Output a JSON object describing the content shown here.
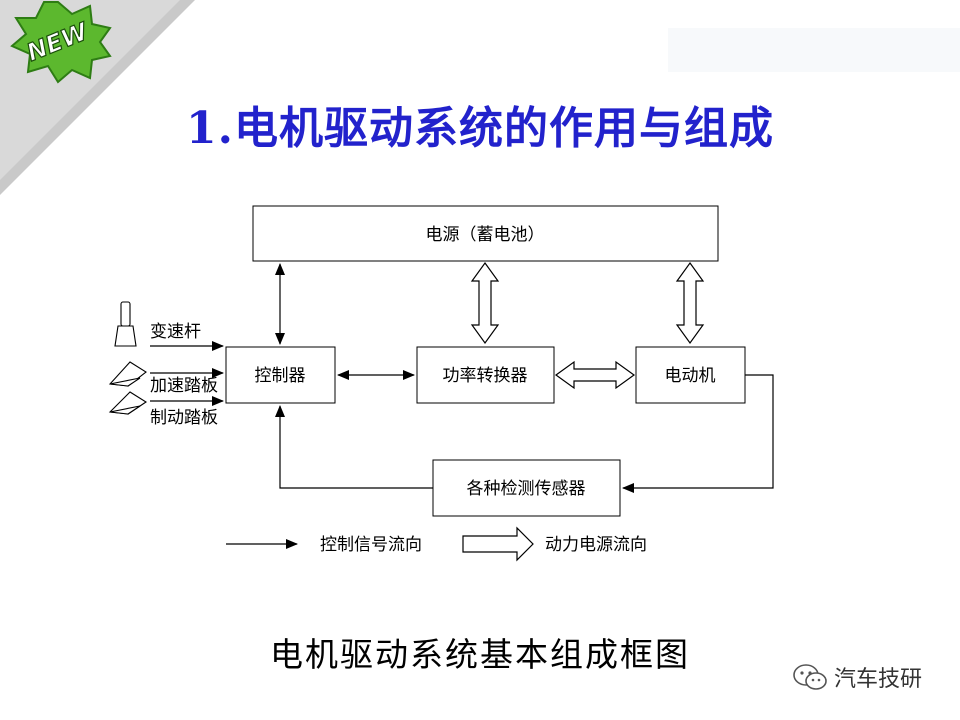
{
  "badge": {
    "text": "NEW"
  },
  "title": {
    "text": "1.电机驱动系统的作用与组成"
  },
  "colors": {
    "title": "#2222cc",
    "badge_green": "#5cb82e",
    "corner_grey": "#c8c8c8"
  },
  "diagram": {
    "power_source": "电源（蓄电池）",
    "controller": "控制器",
    "power_converter": "功率转换器",
    "motor": "电动机",
    "sensors": "各种检测传感器",
    "inputs": {
      "gear_lever": "变速杆",
      "accelerator_pedal": "加速踏板",
      "brake_pedal": "制动踏板"
    },
    "legend": {
      "control_signal": "控制信号流向",
      "power_flow": "动力电源流向"
    }
  },
  "caption": {
    "text": "电机驱动系统基本组成框图"
  },
  "watermark": {
    "icon": "wechat-icon",
    "text": "汽车技研"
  }
}
